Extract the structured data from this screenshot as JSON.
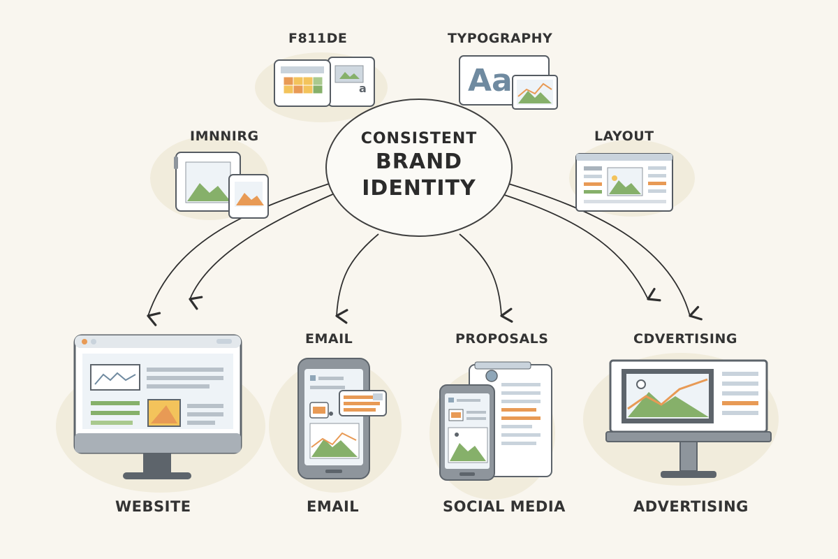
{
  "center": {
    "line1": "CONSISTENT",
    "line2": "BRAND",
    "line3": "IDENTITY"
  },
  "elements": {
    "color": "F811DE",
    "typography": "TYPOGRAPHY",
    "typography_glyph": "Aa",
    "imagery": "IMNNIRG",
    "layout": "LAYOUT"
  },
  "channels": [
    {
      "top_label": "",
      "bottom_label": "WEBSITE"
    },
    {
      "top_label": "EMAIL",
      "bottom_label": "EMAIL"
    },
    {
      "top_label": "PROPOSALS",
      "bottom_label": "SOCIAL MEDIA"
    },
    {
      "top_label": "CDVERTISING",
      "bottom_label": "ADVERTISING"
    }
  ],
  "colors": {
    "background": "#f9f6ef",
    "blob": "#f1ecdc",
    "outline": "#555b62",
    "device_gray": "#8e959c",
    "device_dark": "#5d646b",
    "screen": "#eef3f7",
    "green": "#86b06a",
    "green_light": "#a9c98e",
    "orange": "#e89a55",
    "yellow": "#f3c35b",
    "blue_gray": "#8fa6b8",
    "text": "#333333"
  }
}
